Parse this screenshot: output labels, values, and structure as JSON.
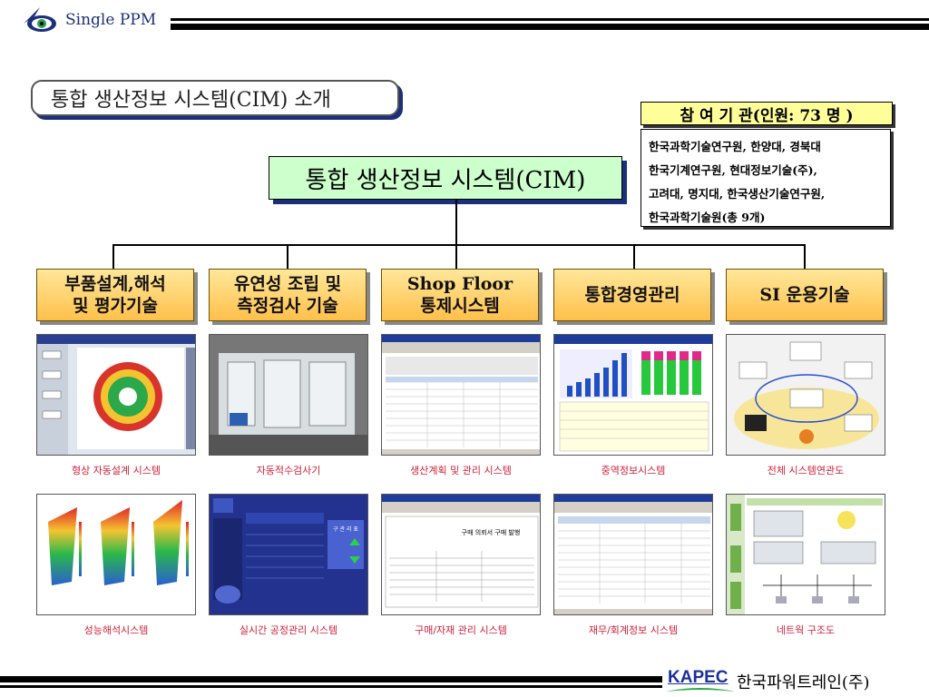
{
  "header": {
    "brand": "Single PPM"
  },
  "title": "통합 생산정보 시스템(CIM) 소개",
  "participants": {
    "title": "참 여 기 관(인원: 73 명 )",
    "lines": [
      "한국과학기술연구원, 한양대, 경북대",
      "한국기계연구원, 현대정보기술(주),",
      "고려대, 명지대, 한국생산기술연구원,",
      "한국과학기술원(총 9개)"
    ]
  },
  "cim": {
    "label": "통합 생산정보 시스템(CIM)"
  },
  "categories": [
    {
      "line1": "부품설계,해석",
      "line2": "및 평가기술"
    },
    {
      "line1": "유연성 조립 및",
      "line2": "측정검사 기술"
    },
    {
      "line1": "Shop Floor",
      "line2": "통제시스템"
    },
    {
      "line1": "통합경영관리",
      "line2": ""
    },
    {
      "line1": "SI 운용기술",
      "line2": ""
    }
  ],
  "row1_captions": [
    "형상 자동설계 시스템",
    "자동적수검사기",
    "생산계획 및 관리 시스템",
    "중역정보시스템",
    "전체 시스템연관도"
  ],
  "row2_captions": [
    "성능해석시스템",
    "실시간 공정관리 시스템",
    "구매/자재 관리 시스템",
    "재무/회계정보 시스템",
    "네트웍 구조도"
  ],
  "thumb_text": {
    "order_title": "구매 의뢰서 구매 발행",
    "panel_title": "구 관 리 표"
  },
  "footer": {
    "logo": "KAPEC",
    "company": "한국파워트레인(주)"
  },
  "colors": {
    "navy": "#1b2f7a",
    "category_fill": "#ffc04a",
    "cim_fill": "#ccffcc",
    "caption": "#d0203a",
    "participants_title": "#ffff99"
  }
}
